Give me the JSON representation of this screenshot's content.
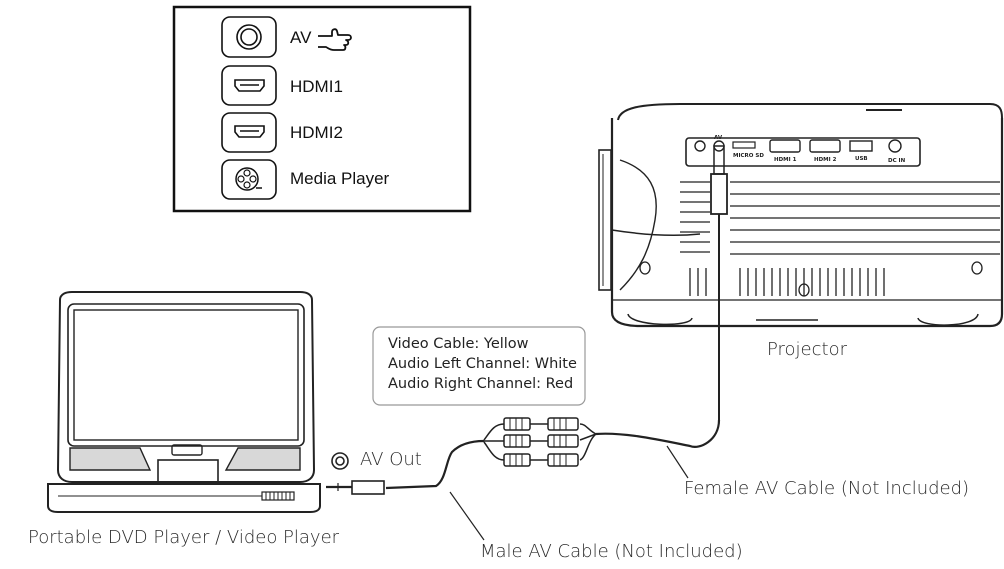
{
  "source_menu": {
    "items": [
      {
        "label": "AV",
        "icon": "av-circle-icon",
        "selected": true
      },
      {
        "label": "HDMI1",
        "icon": "hdmi-port-icon"
      },
      {
        "label": "HDMI2",
        "icon": "hdmi-port-icon"
      },
      {
        "label": "Media Player",
        "icon": "media-player-icon"
      }
    ]
  },
  "cable_note": {
    "line1": "Video Cable: Yellow",
    "line2": "Audio Left Channel: White",
    "line3": "Audio Right Channel: Red"
  },
  "labels": {
    "projector": "Projector",
    "av_out": "AV Out",
    "female_cable": "Female AV Cable (Not Included)",
    "male_cable": "Male AV Cable (Not Included)",
    "dvd_player": "Portable DVD Player / Video Player"
  },
  "projector_ports": {
    "av": "AV",
    "micro_sd": "MICRO SD",
    "hdmi1": "HDMI 1",
    "hdmi2": "HDMI 2",
    "usb": "USB",
    "dc_in": "DC IN"
  }
}
